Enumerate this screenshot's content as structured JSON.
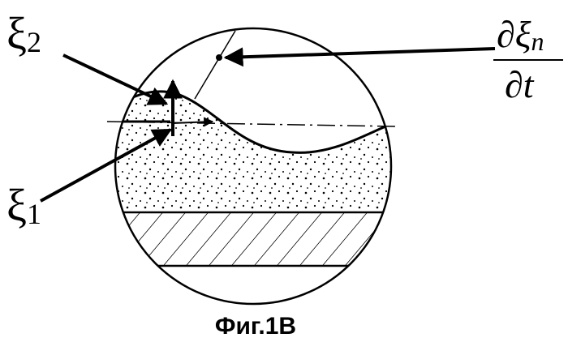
{
  "labels": {
    "xi2_symbol": "ξ",
    "xi2_sub": "2",
    "xi1_symbol": "ξ",
    "xi1_sub": "1",
    "deriv_num_partial": "∂",
    "deriv_num_xi": "ξ",
    "deriv_num_sub": "n",
    "deriv_den": "∂t",
    "caption": "Фиг.1B"
  }
}
